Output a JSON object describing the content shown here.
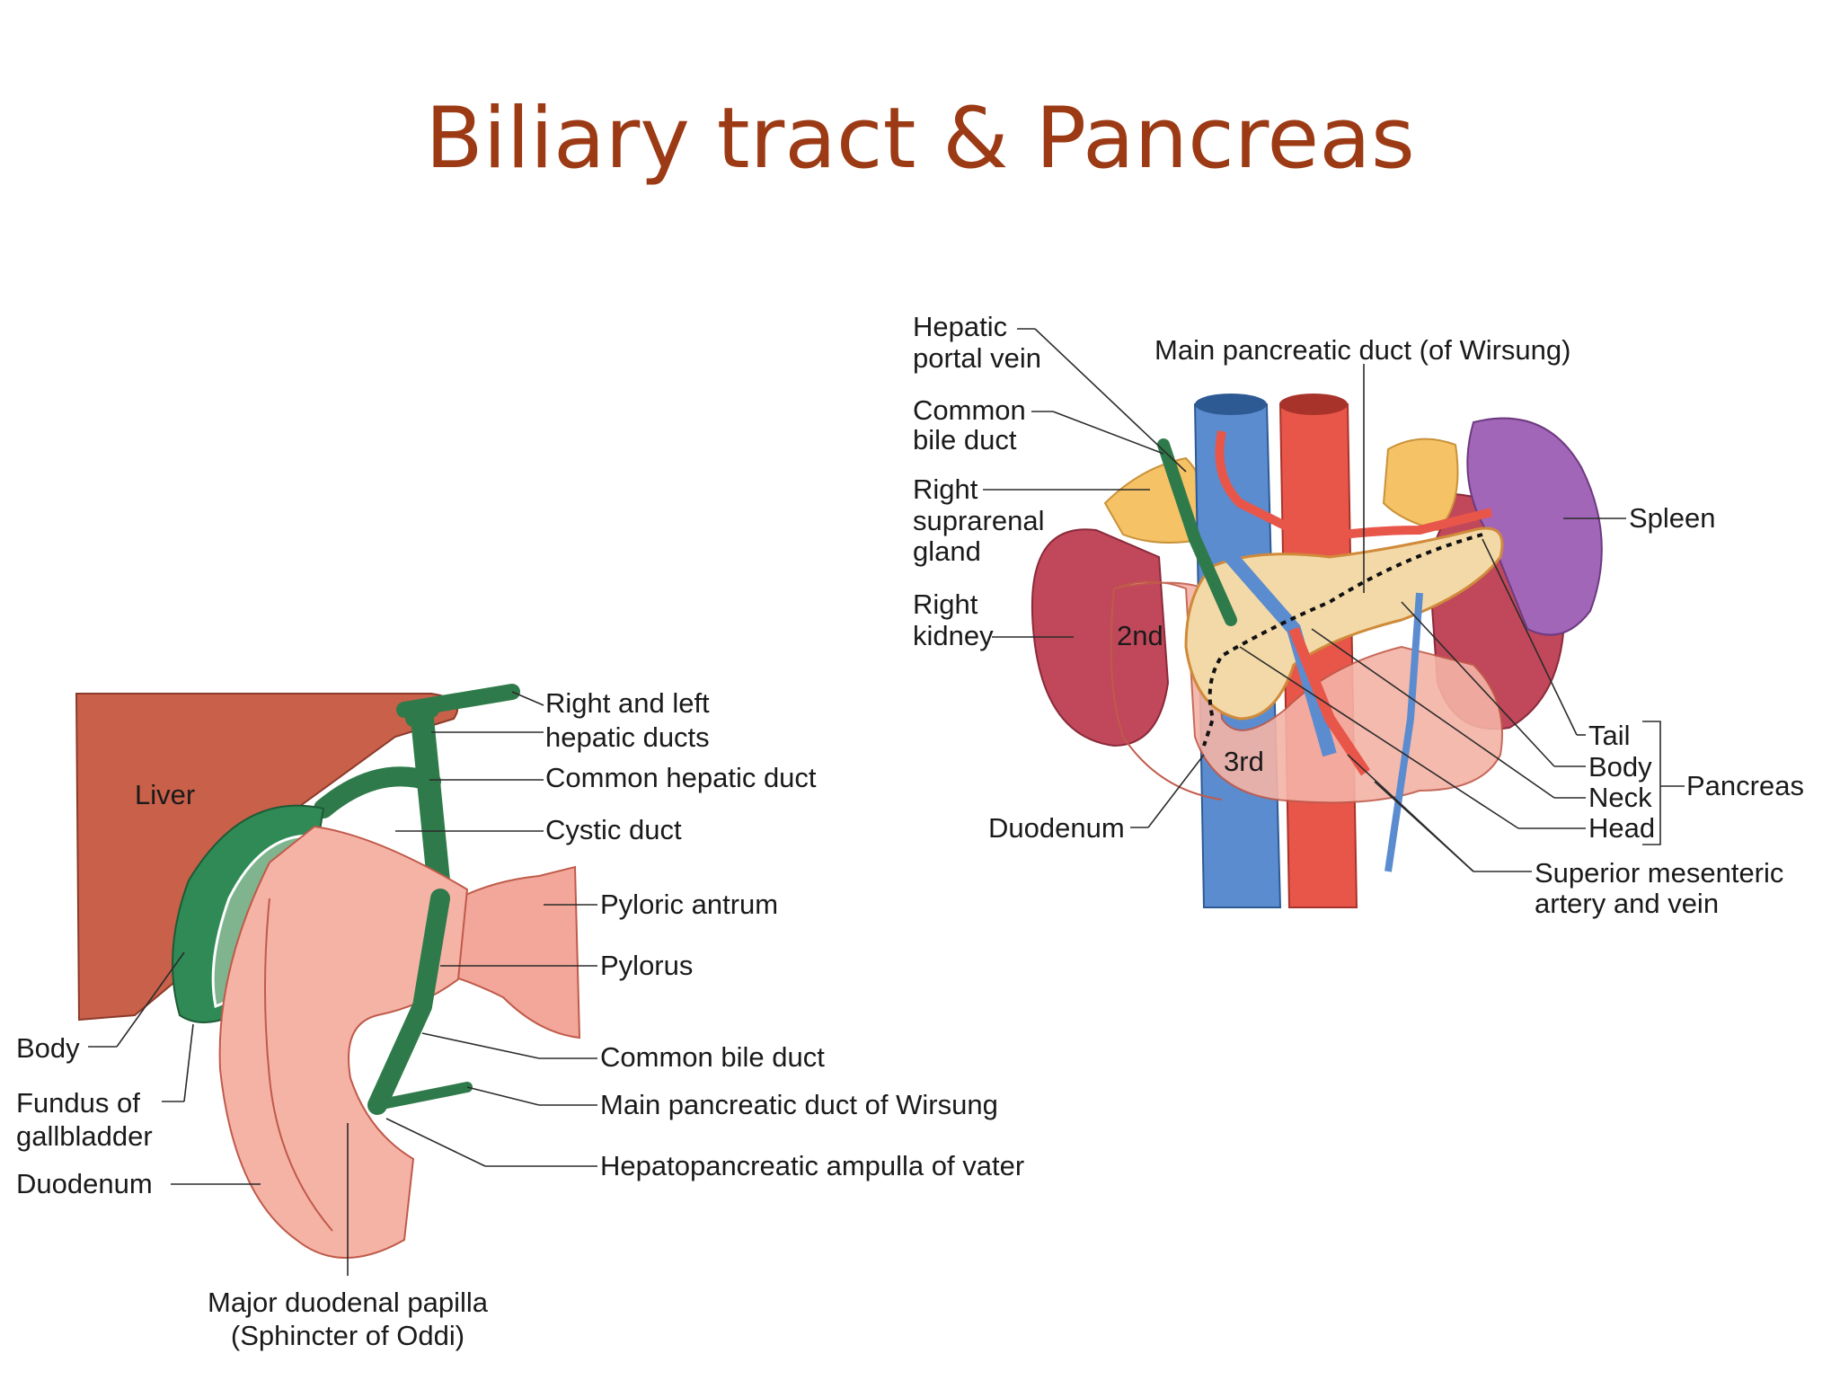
{
  "title": "Biliary tract & Pancreas",
  "left": {
    "labels": {
      "liver": "Liver",
      "right_left_hepatic_1": "Right and left",
      "right_left_hepatic_2": "hepatic ducts",
      "common_hepatic": "Common hepatic duct",
      "cystic": "Cystic duct",
      "pyloric_antrum": "Pyloric antrum",
      "pylorus": "Pylorus",
      "common_bile": "Common bile duct",
      "main_pancreatic": "Main pancreatic duct of Wirsung",
      "ampulla": "Hepatopancreatic ampulla of vater",
      "body": "Body",
      "fundus_1": "Fundus of",
      "fundus_2": "gallbladder",
      "duodenum": "Duodenum",
      "papilla_1": "Major duodenal papilla",
      "papilla_2": "(Sphincter of Oddi)"
    }
  },
  "right": {
    "labels": {
      "hepatic_portal_1": "Hepatic",
      "hepatic_portal_2": "portal vein",
      "main_pancreatic": "Main pancreatic duct (of Wirsung)",
      "common_bile_1": "Common",
      "common_bile_2": "bile duct",
      "suprarenal_1": "Right",
      "suprarenal_2": "suprarenal",
      "suprarenal_3": "gland",
      "kidney_1": "Right",
      "kidney_2": "kidney",
      "second": "2nd",
      "third": "3rd",
      "spleen": "Spleen",
      "tail": "Tail",
      "body": "Body",
      "neck": "Neck",
      "head": "Head",
      "pancreas": "Pancreas",
      "duodenum": "Duodenum",
      "sma_1": "Superior mesenteric",
      "sma_2": "artery and vein"
    }
  },
  "colors": {
    "title": "#9b3a14",
    "liver": "#c8604a",
    "bile_green": "#2f7a4a",
    "duodenum_pink": "#f2a79a",
    "vein_blue": "#5b8ccf",
    "artery_red": "#e8564a",
    "kidney": "#c0485a",
    "spleen": "#a266b8",
    "adrenal": "#f6c266",
    "pancreas": "#f3d9a8"
  }
}
